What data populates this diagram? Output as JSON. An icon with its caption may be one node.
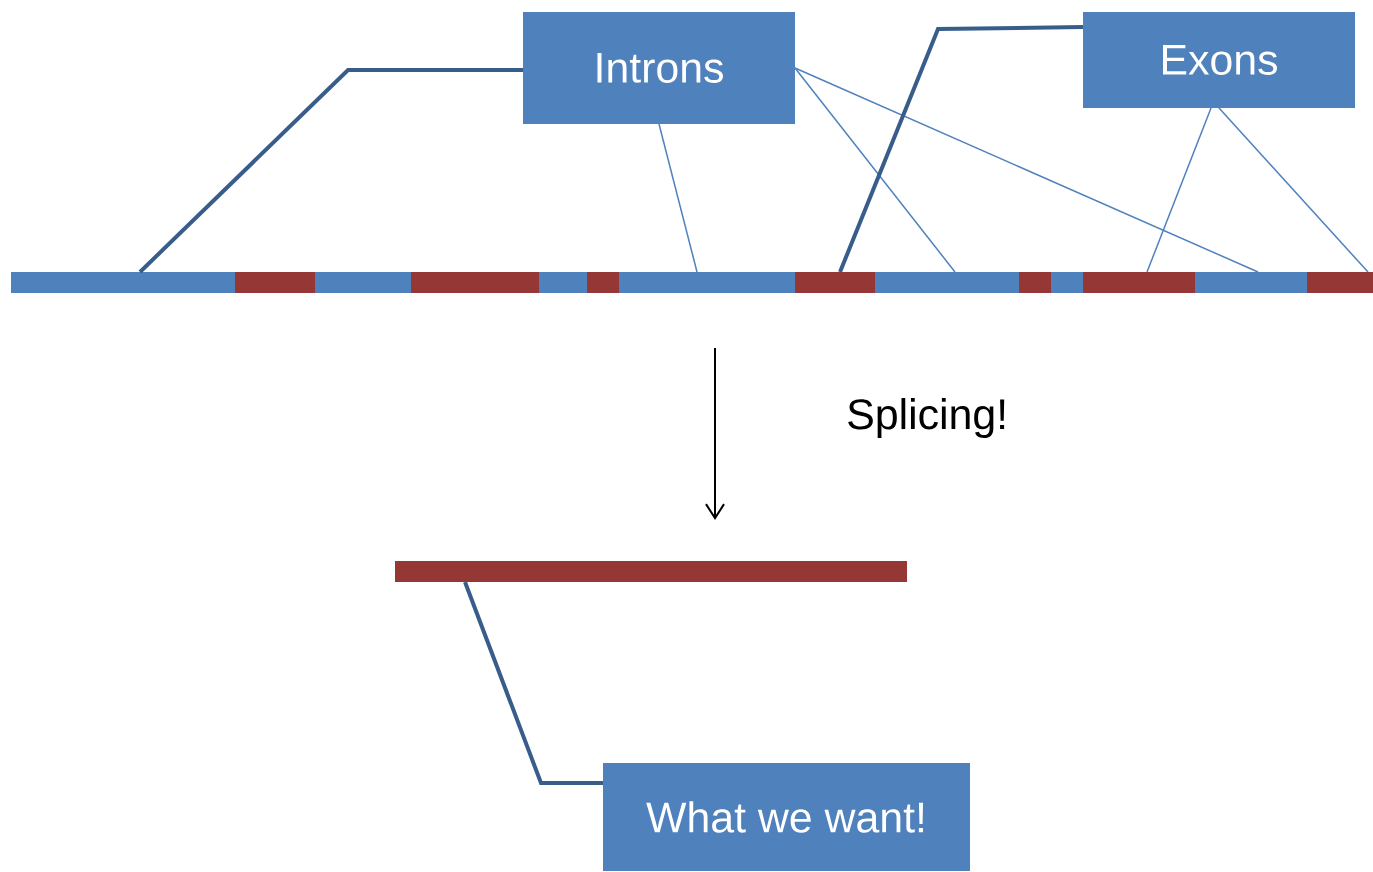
{
  "diagram": {
    "nodes": [
      {
        "text": [
          "Introns"
        ]
      },
      {
        "text": [
          "Exons"
        ]
      },
      {
        "text": [],
        "shape": "bar"
      },
      {
        "text": [],
        "shape": "bar"
      },
      {
        "text": [],
        "shape": "bar"
      },
      {
        "text": [],
        "shape": "bar"
      },
      {
        "text": [],
        "shape": "bar"
      },
      {
        "text": [],
        "shape": "bar"
      },
      {
        "text": [],
        "shape": "bar"
      },
      {
        "text": [],
        "shape": "bar"
      },
      {
        "text": [],
        "shape": "bar"
      },
      {
        "text": [],
        "shape": "bar"
      },
      {
        "text": [],
        "shape": "bar"
      },
      {
        "text": [],
        "shape": "bar"
      },
      {
        "text": [],
        "shape": "bar"
      },
      {
        "text": [],
        "shape": "bar"
      },
      {
        "text": [],
        "shape": "bar"
      },
      {
        "text": [
          "What we want!"
        ]
      }
    ],
    "edges": [
      {
        "from": 0,
        "to": 2,
        "arrow": "none",
        "style": "thick",
        "color": "#385d8a"
      },
      {
        "from": 0,
        "to": 8,
        "arrow": "none"
      },
      {
        "from": 0,
        "to": 10,
        "arrow": "none"
      },
      {
        "from": 0,
        "to": 14,
        "arrow": "none"
      },
      {
        "from": 1,
        "to": 9,
        "arrow": "none",
        "style": "thick",
        "color": "#385d8a"
      },
      {
        "from": 1,
        "to": 13,
        "arrow": "none"
      },
      {
        "from": 1,
        "to": 15,
        "arrow": "none"
      },
      {
        "from": 17,
        "to": 16,
        "arrow": "none",
        "style": "thick",
        "color": "#385d8a"
      },
      {
        "from": null,
        "to": 16,
        "arrow": "to",
        "label": "Splicing!",
        "color": "#000000"
      }
    ]
  }
}
